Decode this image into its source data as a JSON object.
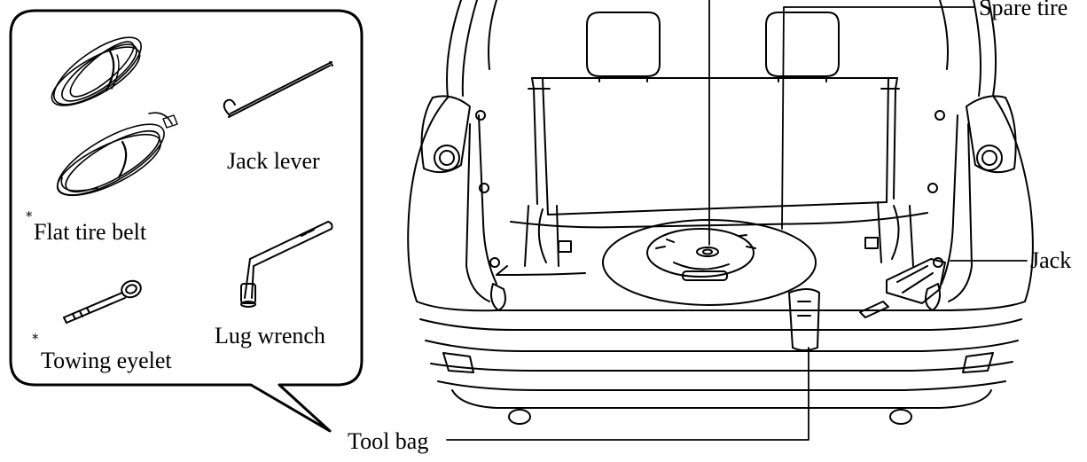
{
  "diagram": {
    "callout_items": [
      {
        "id": "flat-tire-belt",
        "label": "Flat tire belt",
        "marker": "*"
      },
      {
        "id": "jack-lever",
        "label": "Jack lever"
      },
      {
        "id": "towing-eyelet",
        "label": "Towing eyelet",
        "marker": "*"
      },
      {
        "id": "lug-wrench",
        "label": "Lug wrench"
      }
    ],
    "vehicle_labels": {
      "spare_tire": "Spare tire",
      "jack": "Jack",
      "tool_bag": "Tool bag"
    },
    "colors": {
      "line": "#000000",
      "background": "#ffffff"
    }
  }
}
